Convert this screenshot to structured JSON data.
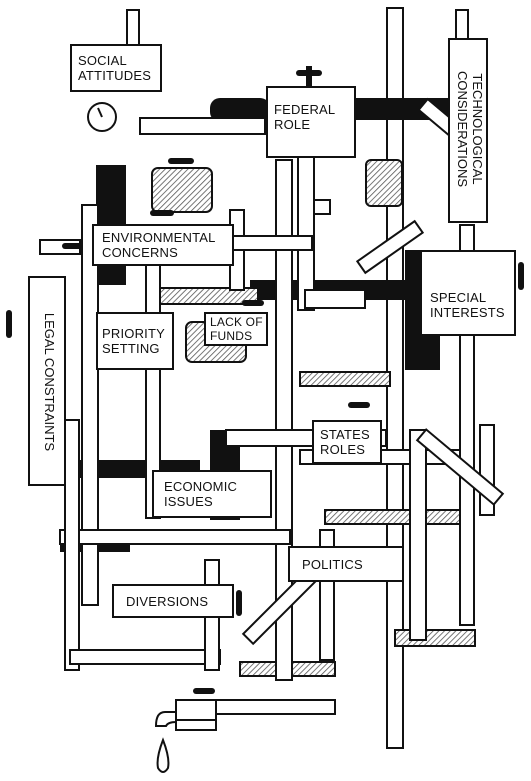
{
  "labels": {
    "social_attitudes": "SOCIAL\nATTITUDES",
    "federal_role": "FEDERAL\nROLE",
    "technological": "TECHNOLOGICAL\nCONSIDERATIONS",
    "environmental": "ENVIRONMENTAL\nCONCERNS",
    "legal": "LEGAL CONSTRAINTS",
    "lack_of_funds": "LACK OF\nFUNDS",
    "special_interests": "SPECIAL\nINTERESTS",
    "priority_setting": "PRIORITY\nSETTING",
    "states_roles": "STATES\nROLES",
    "economic_issues": "ECONOMIC\nISSUES",
    "politics": "POLITICS",
    "diversions": "DIVERSIONS"
  },
  "colors": {
    "ink": "#111111",
    "paper": "#ffffff",
    "hatch": "#9a9a9a"
  },
  "icons": [
    "gauge-icon",
    "valve-handle-icon",
    "faucet-icon",
    "water-drop-icon"
  ]
}
